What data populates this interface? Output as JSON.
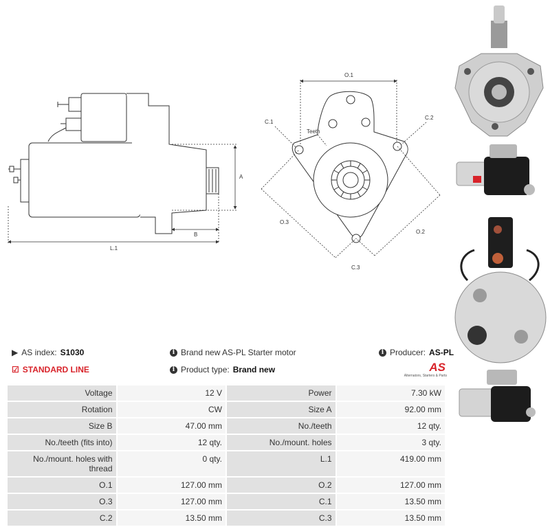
{
  "drawing_labels": {
    "A": "A",
    "B": "B",
    "L1": "L.1",
    "O1": "O.1",
    "O2": "O.2",
    "O3": "O.3",
    "C1": "C.1",
    "C2": "C.2",
    "C3": "C.3",
    "teeth": "Teeth"
  },
  "info": {
    "as_index_label": "AS index:",
    "as_index_value": "S1030",
    "line": "STANDARD LINE",
    "description": "Brand new AS-PL Starter motor",
    "product_type_label": "Product type:",
    "product_type_value": "Brand new",
    "producer_label": "Producer:",
    "producer_value": "AS-PL"
  },
  "logo": {
    "mark": "AS",
    "tagline": "Alternators, Starters & Parts"
  },
  "specs": [
    [
      {
        "label": "Voltage",
        "value": "12 V"
      },
      {
        "label": "Power",
        "value": "7.30 kW"
      }
    ],
    [
      {
        "label": "Rotation",
        "value": "CW"
      },
      {
        "label": "Size A",
        "value": "92.00 mm"
      }
    ],
    [
      {
        "label": "Size B",
        "value": "47.00 mm"
      },
      {
        "label": "No./teeth",
        "value": "12 qty."
      }
    ],
    [
      {
        "label": "No./teeth (fits into)",
        "value": "12 qty."
      },
      {
        "label": "No./mount. holes",
        "value": "3 qty."
      }
    ],
    [
      {
        "label": "No./mount. holes with thread",
        "value": "0 qty."
      },
      {
        "label": "L.1",
        "value": "419.00 mm"
      }
    ],
    [
      {
        "label": "O.1",
        "value": "127.00 mm"
      },
      {
        "label": "O.2",
        "value": "127.00 mm"
      }
    ],
    [
      {
        "label": "O.3",
        "value": "127.00 mm"
      },
      {
        "label": "C.1",
        "value": "13.50 mm"
      }
    ],
    [
      {
        "label": "C.2",
        "value": "13.50 mm"
      },
      {
        "label": "C.3",
        "value": "13.50 mm"
      }
    ]
  ]
}
